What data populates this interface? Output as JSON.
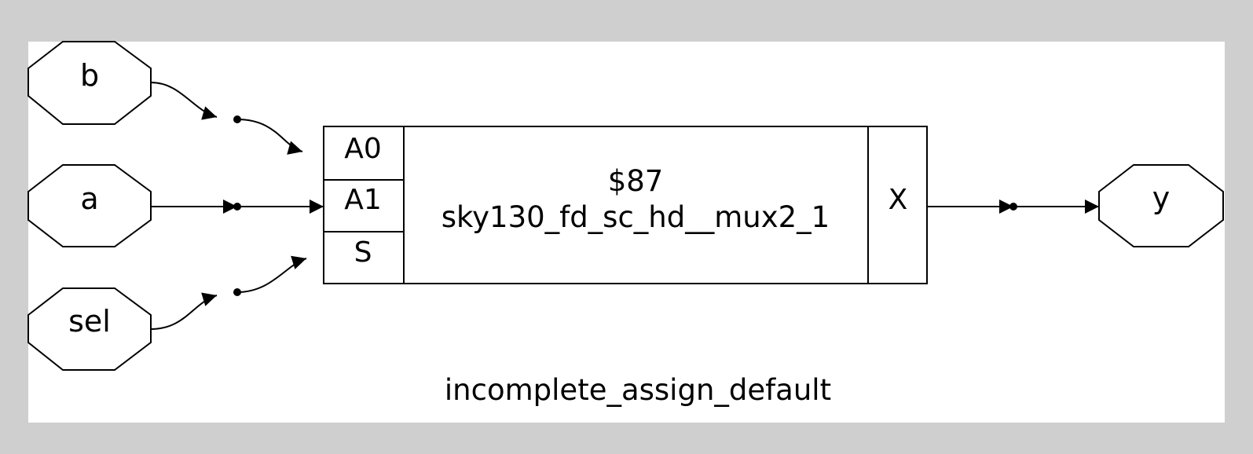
{
  "colors": {
    "outer_background": "#cfcfcf",
    "diagram_background": "#ffffff",
    "stroke": "#000000"
  },
  "diagram": {
    "title": "incomplete_assign_default",
    "inputs": [
      {
        "id": "b",
        "label": "b"
      },
      {
        "id": "a",
        "label": "a"
      },
      {
        "id": "sel",
        "label": "sel"
      }
    ],
    "outputs": [
      {
        "id": "y",
        "label": "y"
      }
    ],
    "cell": {
      "id": "$87",
      "type": "sky130_fd_sc_hd__mux2_1",
      "input_ports": [
        "A0",
        "A1",
        "S"
      ],
      "output_ports": [
        "X"
      ]
    },
    "connections": [
      {
        "from": "b",
        "to": "A0"
      },
      {
        "from": "a",
        "to": "A1"
      },
      {
        "from": "sel",
        "to": "S"
      },
      {
        "from": "X",
        "to": "y"
      }
    ]
  }
}
